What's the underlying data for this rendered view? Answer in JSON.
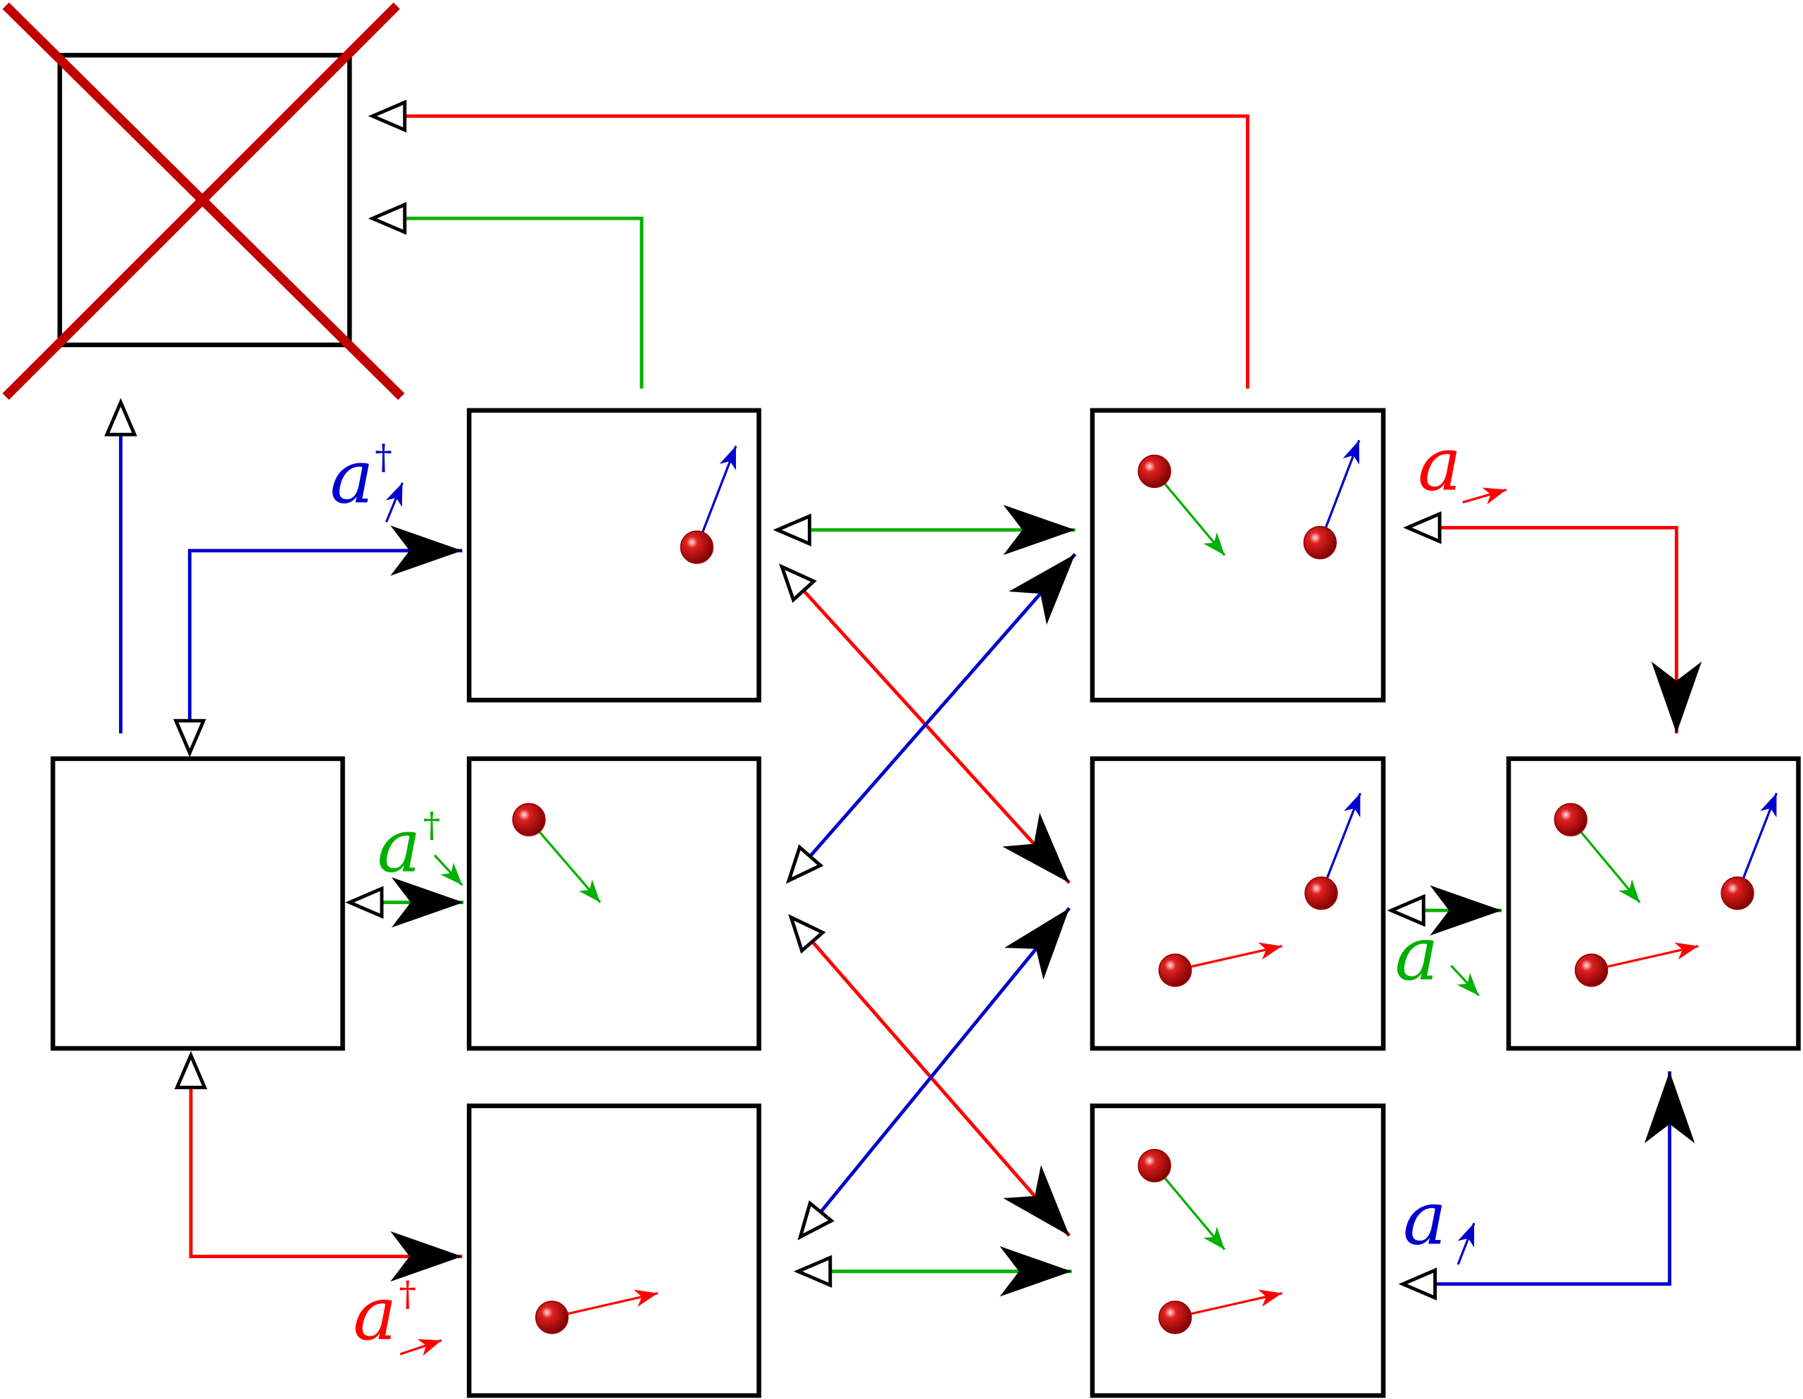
{
  "colors": {
    "blue": "#0000cc",
    "green": "#00b000",
    "red": "#ff0000",
    "cross": "#c00000"
  },
  "labels": {
    "create_blue": {
      "letter": "a",
      "dagger": "†"
    },
    "create_green": {
      "letter": "a",
      "dagger": "†"
    },
    "create_red": {
      "letter": "a",
      "dagger": "†"
    },
    "annihilate_red": {
      "letter": "a"
    },
    "annihilate_green": {
      "letter": "a"
    },
    "annihilate_blue": {
      "letter": "a"
    }
  }
}
